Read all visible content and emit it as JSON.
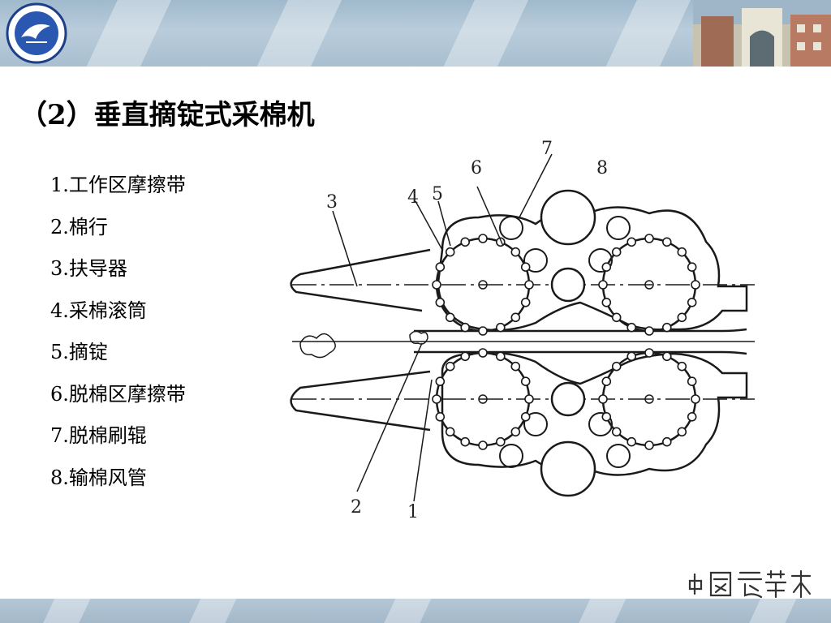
{
  "slide": {
    "title": "（2）垂直摘锭式采棉机",
    "legend_items": [
      "1.工作区摩擦带",
      "2.棉行",
      "3.扶导器",
      "4.采棉滚筒",
      "5.摘锭",
      "6.脱棉区摩擦带",
      "7.脱棉刷辊",
      "8.输棉风管"
    ]
  },
  "diagram": {
    "callouts": [
      "1",
      "2",
      "3",
      "4",
      "5",
      "6",
      "7",
      "8"
    ]
  },
  "branding": {
    "logo": "university-emblem",
    "signature_text": "中国农业大学"
  },
  "colors": {
    "banner": "#a8bfd0",
    "ink": "#1a1a1a"
  }
}
